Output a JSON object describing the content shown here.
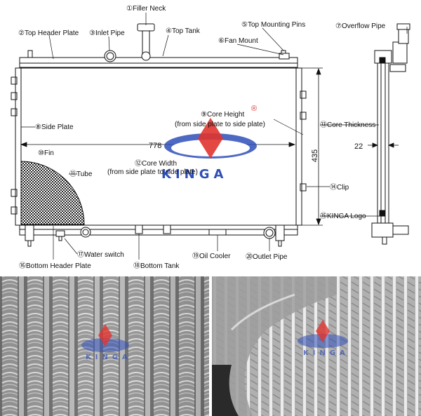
{
  "labels": {
    "filler_neck": "①Filler Neck",
    "top_header_plate": "②Top Header Plate",
    "inlet_pipe": "③Inlet Pipe",
    "top_tank": "④Top Tank",
    "top_mounting_pins": "⑤Top Mounting Pins",
    "fan_mount": "⑥Fan Mount",
    "overflow_pipe": "⑦Overflow Pipe",
    "side_plate": "⑧Side Plate",
    "core_height": "⑨Core Height",
    "core_height_note": "(from side plate to side plate)",
    "fin": "⑩Fin",
    "tube": "⑪Tube",
    "core_width": "⑫Core Width",
    "core_width_note": "(from side plate to side plate)",
    "core_thickness": "⑬Core Thickness",
    "clip": "⑭Clip",
    "kinga_logo": "⑮KINGA Logo",
    "bottom_header_plate": "⑯Bottom Header Plate",
    "water_switch": "⑰Water switch",
    "bottom_tank": "⑱Bottom Tank",
    "oil_cooler": "⑲Oil Cooler",
    "outlet_pipe": "⑳Outlet Pipe"
  },
  "dimensions": {
    "width": "778",
    "height": "435",
    "thickness": "22"
  },
  "logo": {
    "word": "KINGA",
    "registered": "®"
  },
  "colors": {
    "logo_blue": "#2f4fb8",
    "logo_red": "#e0342f",
    "line": "#111111",
    "fin_dark": "#222222"
  }
}
